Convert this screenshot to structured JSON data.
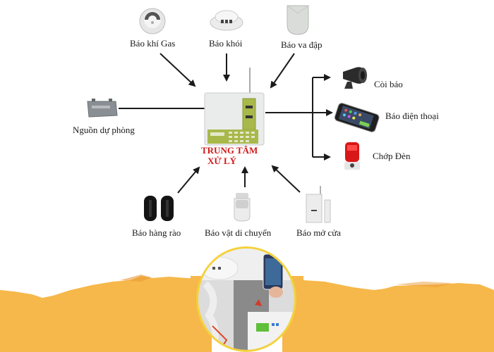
{
  "diagram": {
    "center": {
      "title_line1": "TRUNG TÂM",
      "title_line2": "XỬ LÝ",
      "icon": "alarm-control-panel-icon"
    },
    "inputs": [
      {
        "label": "Báo khí Gas",
        "icon": "gas-detector-icon"
      },
      {
        "label": "Báo khói",
        "icon": "smoke-detector-icon"
      },
      {
        "label": "Báo va đập",
        "icon": "vibration-sensor-icon"
      },
      {
        "label": "Nguồn dự phòng",
        "icon": "backup-battery-icon"
      },
      {
        "label": "Báo hàng rào",
        "icon": "beam-sensor-icon"
      },
      {
        "label": "Báo vật di chuyển",
        "icon": "motion-sensor-icon"
      },
      {
        "label": "Báo mở cửa",
        "icon": "door-sensor-icon"
      }
    ],
    "outputs": [
      {
        "label": "Còi báo",
        "icon": "siren-icon"
      },
      {
        "label": "Báo điện thoại",
        "icon": "smartphone-icon"
      },
      {
        "label": "Chớp Đèn",
        "icon": "strobe-light-icon"
      }
    ]
  },
  "colors": {
    "accent_red": "#d11a1a",
    "ground_orange": "#f6b84a",
    "ring_yellow": "#f4d23a",
    "arrow": "#1a1a1a"
  }
}
